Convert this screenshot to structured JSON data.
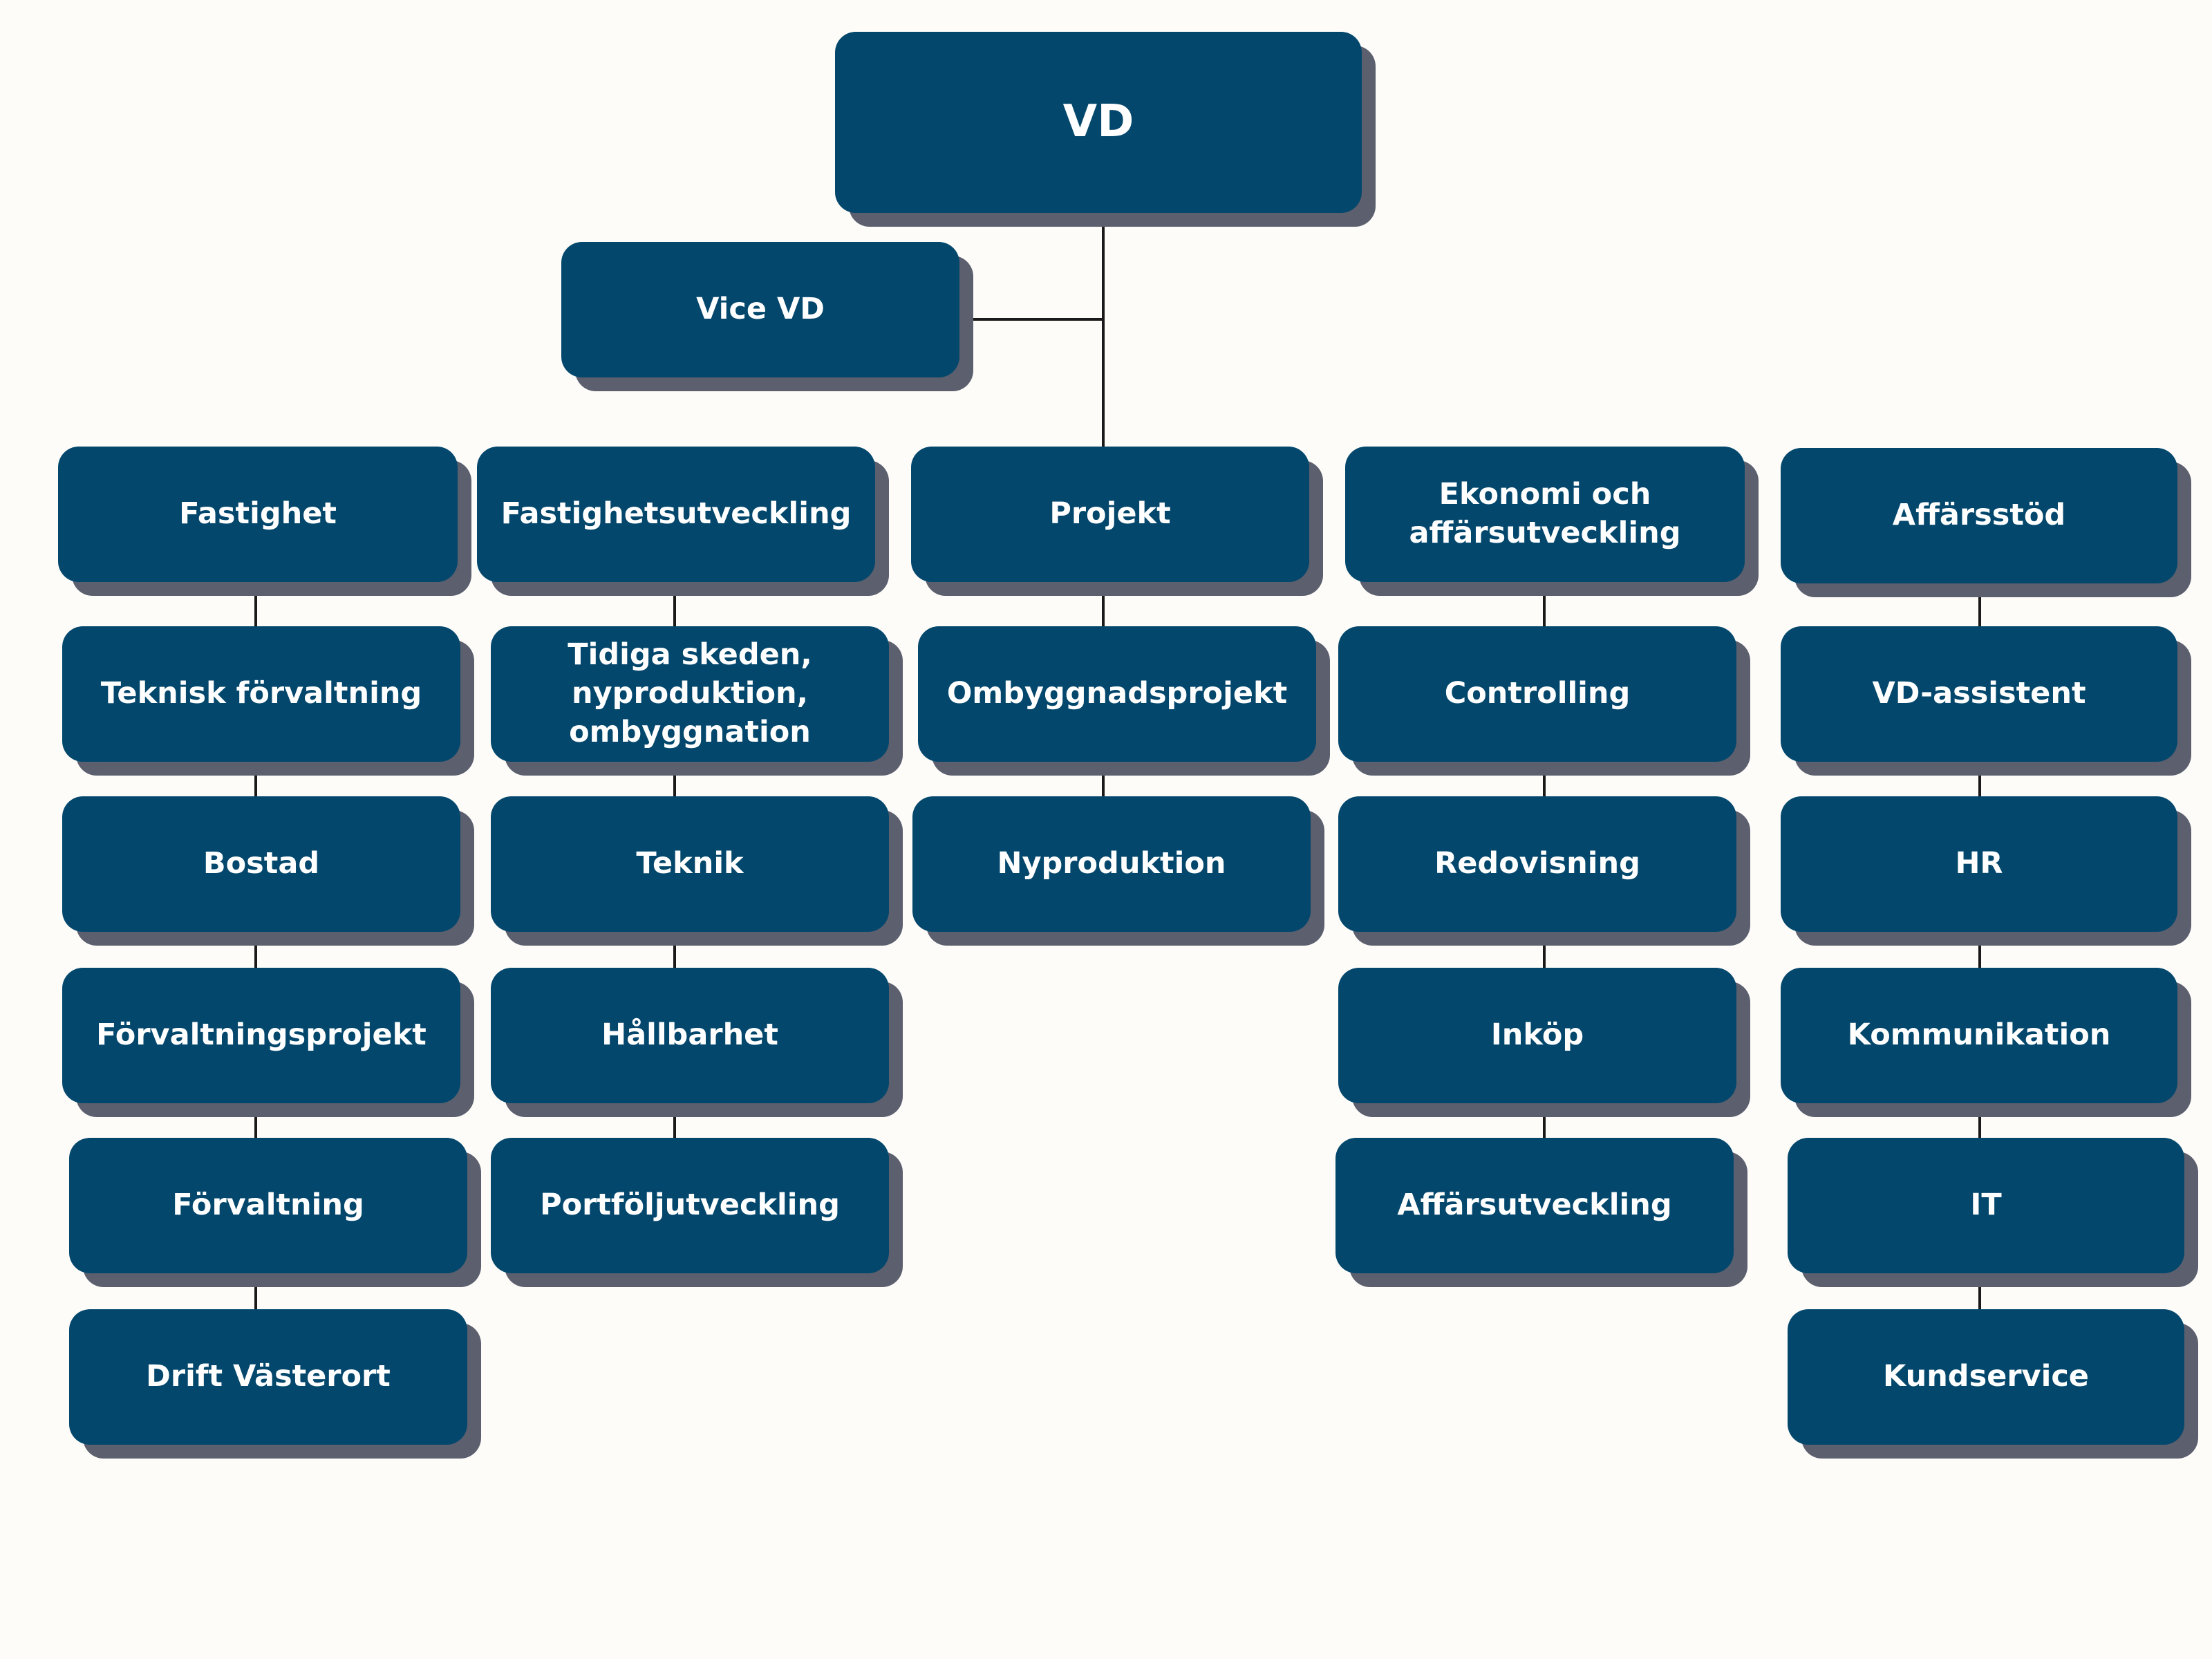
{
  "org_chart": {
    "root": "VD",
    "deputy": "Vice VD",
    "columns": [
      {
        "head": "Fastighet",
        "units": [
          "Teknisk förvaltning",
          "Bostad",
          "Förvaltningsprojekt",
          "Förvaltning",
          "Drift Västerort"
        ]
      },
      {
        "head": "Fastighetsutveckling",
        "units": [
          "Tidiga skeden,\nnyproduktion,\nombyggnation",
          "Teknik",
          "Hållbarhet",
          "Portföljutveckling"
        ]
      },
      {
        "head": "Projekt",
        "units": [
          "Ombyggnadsprojekt",
          "Nyproduktion"
        ]
      },
      {
        "head": "Ekonomi och\naffärsutveckling",
        "units": [
          "Controlling",
          "Redovisning",
          "Inköp",
          "Affärsutveckling"
        ]
      },
      {
        "head": "Affärsstöd",
        "units": [
          "VD-assistent",
          "HR",
          "Kommunikation",
          "IT",
          "Kundservice"
        ]
      }
    ]
  },
  "colors": {
    "box_fill": "#03476c",
    "box_shadow": "#5b5f6e",
    "text": "#ffffff",
    "connector": "#1a1a1a",
    "background": "#fdfcf9"
  }
}
